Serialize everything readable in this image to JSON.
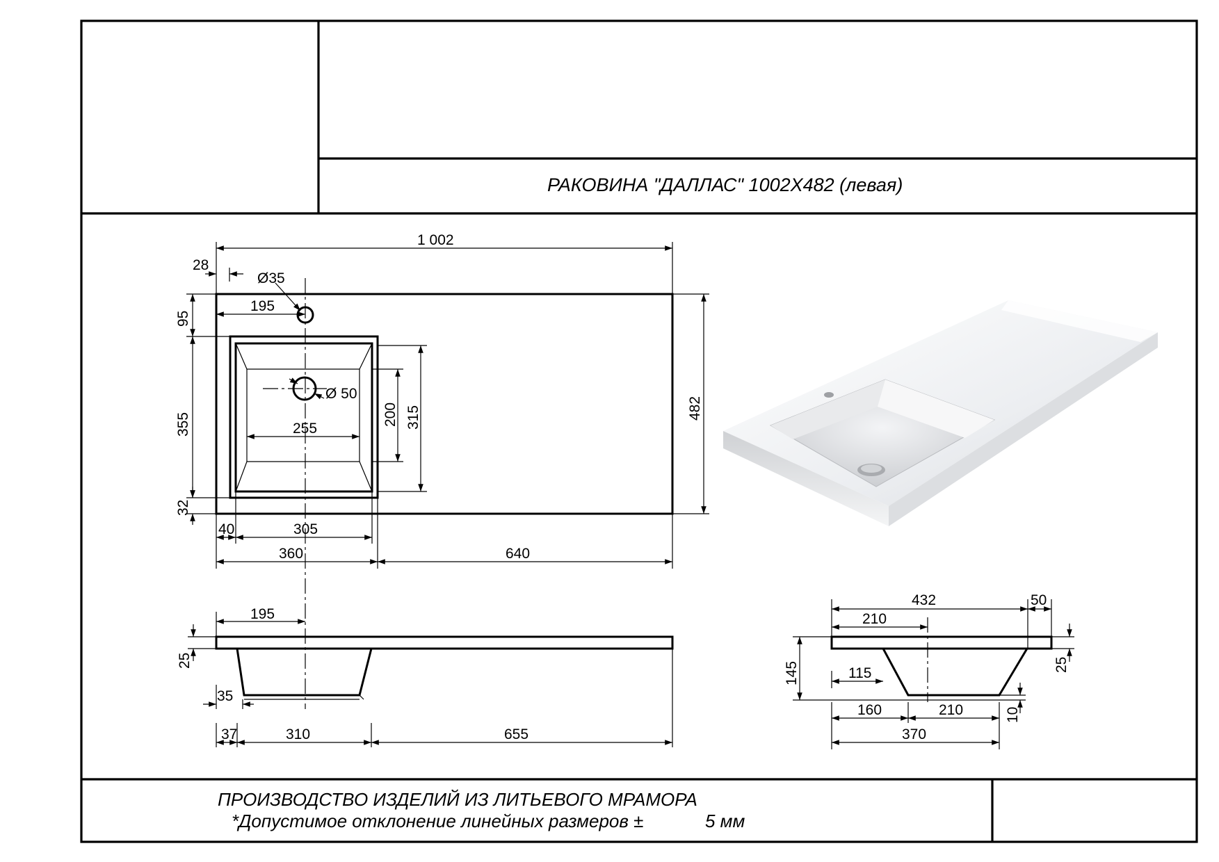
{
  "title": "РАКОВИНА \"ДАЛЛАС\" 1002X482 (левая)",
  "footer": {
    "line1": "ПРОИЗВОДСТВО ИЗДЕЛИЙ ИЗ ЛИТЬЕВОГО МРАМОРА",
    "line2": "*Допустимое отклонение линейных размеров ±",
    "tolerance": "5 мм"
  },
  "plan_view": {
    "overall_length": "1 002",
    "edge_offset": "28",
    "tap_hole_dia": "Ø35",
    "tap_hole_offset": "195",
    "top_margin": "95",
    "bowl_depth_outer": "355",
    "bottom_margin": "32",
    "drain_dia": "Ø 50",
    "bowl_inner_width": "255",
    "bowl_inner_height": "200",
    "bowl_outer_height": "315",
    "overall_width": "482",
    "left_margin": "40",
    "bowl_outer_width": "305",
    "bowl_zone": "360",
    "counter_zone": "640"
  },
  "front_section": {
    "tap_offset": "195",
    "slab_thickness": "25",
    "bowl_offset": "35",
    "left_zone": "37",
    "bowl_width": "310",
    "right_zone": "655"
  },
  "side_section": {
    "depth": "432",
    "front_lip": "50",
    "center": "210",
    "height": "145",
    "inner_offset": "115",
    "slab_thickness": "25",
    "bottom_offset": "160",
    "bottom_width": "210",
    "bottom_thickness": "10",
    "total_span": "370"
  }
}
